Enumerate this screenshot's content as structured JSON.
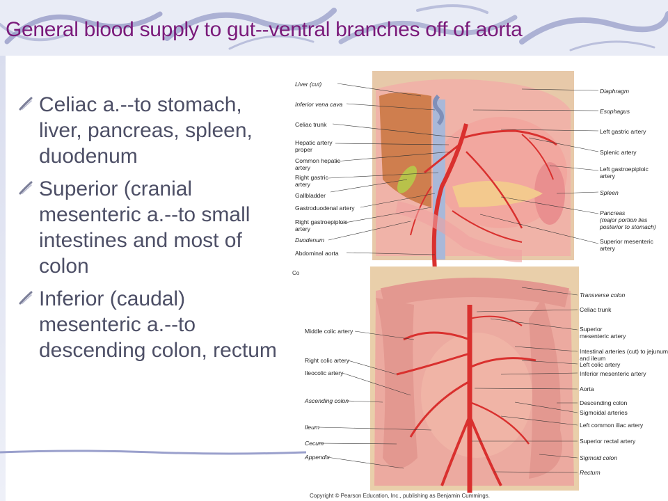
{
  "slide": {
    "title": "General blood supply to gut--ventral branches off of aorta",
    "bullets": [
      "Celiac a.--to stomach, liver, pancreas, spleen, duodenum",
      "Superior (cranial mesenteric a.--to small intestines and most of colon",
      "Inferior (caudal) mesenteric a.--to descending colon, rectum"
    ]
  },
  "figure_top": {
    "left_labels": [
      "Liver (cut)",
      "Inferior vena cava",
      "Celiac trunk",
      "Hepatic artery",
      "proper",
      "Common hepatic",
      "artery",
      "Right gastric",
      "artery",
      "Gallbladder",
      "Gastroduodenal artery",
      "Right gastroepiploic",
      "artery",
      "Duodenum",
      "Abdominal aorta"
    ],
    "right_labels": [
      "Diaphragm",
      "Esophagus",
      "Left gastric artery",
      "Splenic artery",
      "Left gastroepiploic",
      "artery",
      "Spleen",
      "Pancreas",
      "(major portion lies",
      "posterior to stomach)",
      "Superior mesenteric",
      "artery"
    ]
  },
  "figure_bottom": {
    "left_labels": [
      "Middle colic artery",
      "Right colic artery",
      "Ileocolic artery",
      "Ascending colon",
      "Ileum",
      "Cecum",
      "Appendix"
    ],
    "right_labels": [
      "Transverse colon",
      "Celiac trunk",
      "Superior",
      "mesenteric artery",
      "Intestinal arteries (cut) to jejunum",
      "and ileum",
      "Left colic artery",
      "Inferior mesenteric artery",
      "Aorta",
      "Descending colon",
      "Sigmoidal arteries",
      "Left common iliac artery",
      "Superior rectal artery",
      "Sigmoid colon",
      "Rectum"
    ]
  },
  "figure_fragment": "Co",
  "copyright": "Copyright © Pearson Education, Inc., publishing as Benjamin Cummings.",
  "colors": {
    "title": "#7a1a7a",
    "bullet_text": "#4d4f66",
    "header_band": "#e9ecf6",
    "swirl": "#8c92c2"
  }
}
